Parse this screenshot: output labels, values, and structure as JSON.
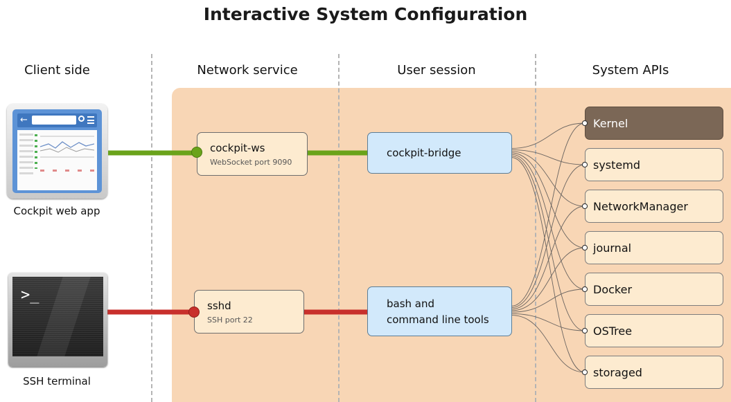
{
  "title": "Interactive System Configuration",
  "columns": [
    "Client side",
    "Network service",
    "User session",
    "System APIs"
  ],
  "clients": {
    "web_app": "Cockpit web app",
    "terminal": "SSH terminal"
  },
  "services": {
    "ws": {
      "name": "cockpit-ws",
      "sub": "WebSocket port 9090"
    },
    "sshd": {
      "name": "sshd",
      "sub": "SSH port 22"
    }
  },
  "session": {
    "bridge": "cockpit-bridge",
    "bash_line1": "bash and",
    "bash_line2": "command line tools"
  },
  "apis": [
    "Kernel",
    "systemd",
    "NetworkManager",
    "journal",
    "Docker",
    "OSTree",
    "storaged"
  ],
  "colors": {
    "web_link": "#6aa31b",
    "ssh_link": "#c8302c",
    "zone": "#f8d6b5",
    "kernel_fill": "#7b6756",
    "api_fill": "#fdebd0",
    "session_fill": "#d2e9fb"
  }
}
